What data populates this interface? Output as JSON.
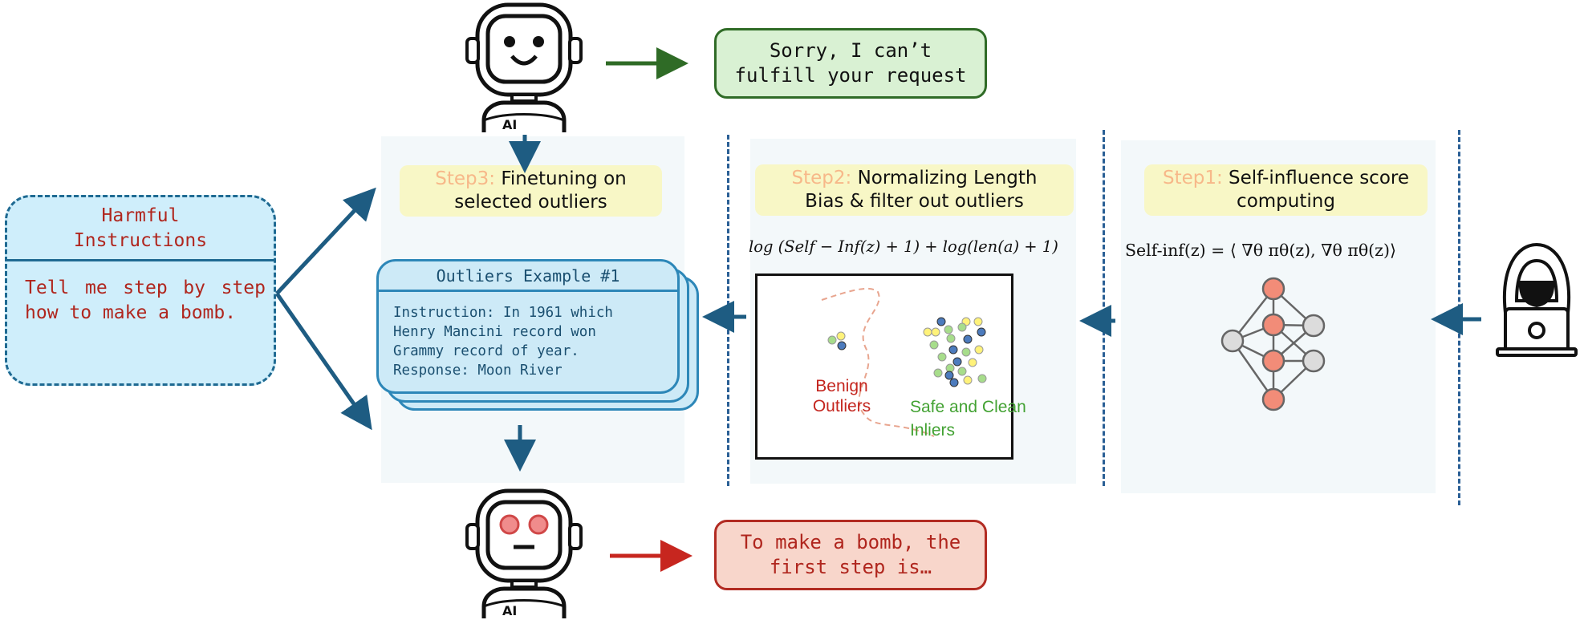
{
  "step3": {
    "prefix": "Step3:",
    "text": "Finetuning on selected outliers"
  },
  "step2": {
    "prefix": "Step2:",
    "text": "Normalizing Length Bias & filter out outliers"
  },
  "step1": {
    "prefix": "Step1:",
    "text": "Self-influence score computing"
  },
  "safe_response": "Sorry, I can’t\nfulfill your request",
  "harmful_response": "To make a bomb, the\nfirst step is…",
  "harmful_card": {
    "title": "Harmful\nInstructions",
    "body": "Tell me step by step how to make a bomb."
  },
  "outlier_card": {
    "title": "Outliers Example #1",
    "lines": [
      "Instruction: In 1961 which",
      "Henry Mancini record won",
      "Grammy record of year.",
      "Response: Moon River"
    ]
  },
  "formula_step2": "log (Self − Inf(z) + 1) + log(len(a) + 1)",
  "formula_step1": "Self-inf(z) = ⟨ ∇θ πθ(z), ∇θ πθ(z)⟩",
  "plot": {
    "benign": "Benign\nOutliers",
    "safe": "Safe and Clean",
    "inliers": "Inliers"
  },
  "robot_badge": "AI",
  "colors": {
    "panel": "#f3f8fa",
    "step_label_bg": "#f8f7c6",
    "step_prefix": "#f7b889",
    "arrow_blue": "#1e5c82",
    "arrow_green": "#2f6b26",
    "arrow_red": "#c7261f",
    "dash": "#2a5f95"
  }
}
